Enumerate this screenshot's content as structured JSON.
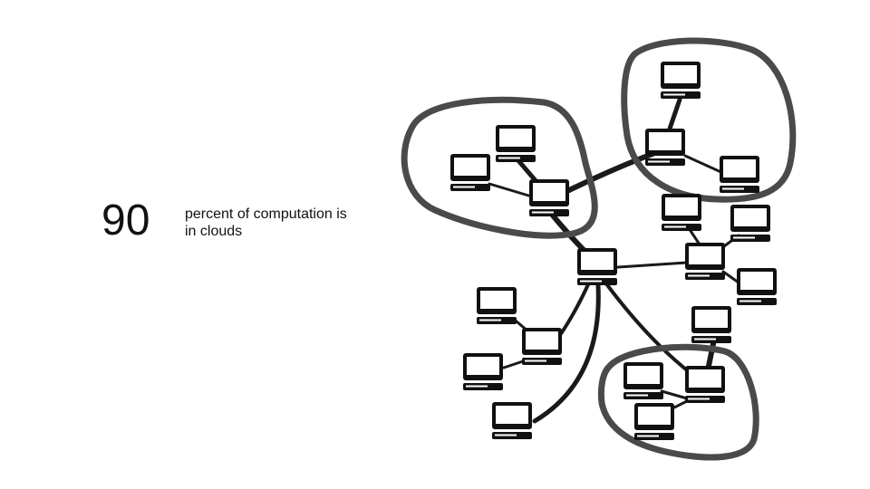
{
  "slide": {
    "stat_value": "90",
    "stat_caption_line1": "percent of computation is",
    "stat_caption_line2": "in clouds"
  },
  "diagram": {
    "node_icon": "desktop-computer-icon",
    "cluster_shape": "hand-drawn-loop",
    "colors": {
      "background": "#ffffff",
      "text": "#111111",
      "computer": "#111111",
      "link": "#1a1a1a",
      "cluster_outline": "#4a4a4a"
    }
  }
}
